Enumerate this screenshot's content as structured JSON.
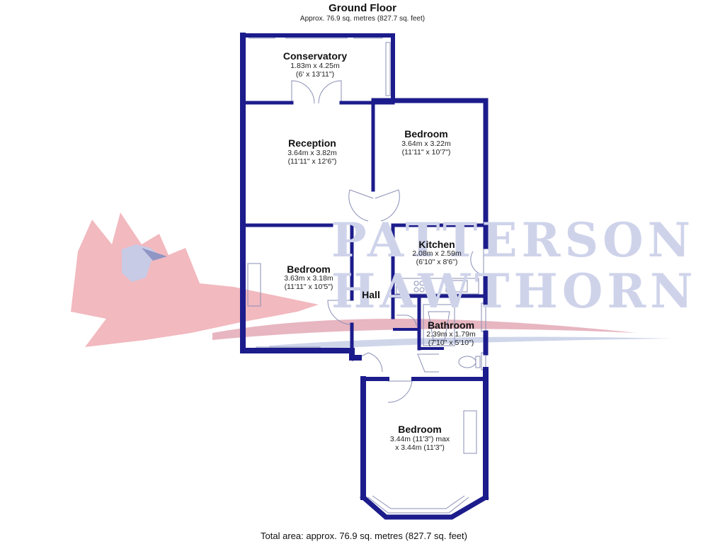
{
  "floor": {
    "title": "Ground Floor",
    "area": "Approx. 76.9 sq. metres (827.7 sq. feet)"
  },
  "rooms": {
    "conservatory": {
      "name": "Conservatory",
      "dim_m": "1.83m x 4.25m",
      "dim_ft": "(6' x 13'11\")"
    },
    "reception": {
      "name": "Reception",
      "dim_m": "3.64m x 3.82m",
      "dim_ft": "(11'11\" x 12'6\")"
    },
    "bedroom_rear": {
      "name": "Bedroom",
      "dim_m": "3.64m x 3.22m",
      "dim_ft": "(11'11\" x 10'7\")"
    },
    "kitchen": {
      "name": "Kitchen",
      "dim_m": "2.08m x 2.59m",
      "dim_ft": "(6'10\" x 8'6\")"
    },
    "bedroom_mid": {
      "name": "Bedroom",
      "dim_m": "3.63m x 3.18m",
      "dim_ft": "(11'11\" x 10'5\")"
    },
    "hall": {
      "name": "Hall"
    },
    "bathroom": {
      "name": "Bathroom",
      "dim_m": "2.39m x 1.79m",
      "dim_ft": "(7'10\" x 5'10\")"
    },
    "bedroom_front": {
      "name": "Bedroom",
      "dim_m": "3.44m (11'3\") max",
      "dim_ft": "x 3.44m (11'3\")"
    }
  },
  "watermark": {
    "line1": "PATTERSON",
    "line2": "HAWTHORN"
  },
  "total_area": "Total area: approx. 76.9 sq. metres (827.7 sq. feet)",
  "colors": {
    "wall": "#1c1c8c",
    "watermark_red": "#f2b9bf",
    "watermark_blue": "#cfd3ea",
    "fixture": "#8a8fb5"
  }
}
